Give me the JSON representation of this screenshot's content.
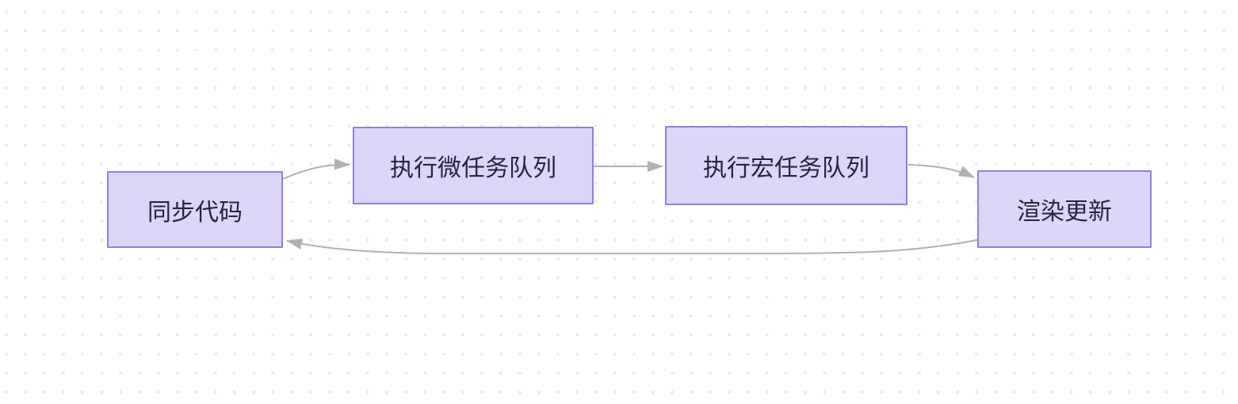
{
  "diagram": {
    "type": "flowchart",
    "nodes": [
      {
        "id": "sync-code",
        "label": "同步代码"
      },
      {
        "id": "micro-task-queue",
        "label": "执行微任务队列"
      },
      {
        "id": "macro-task-queue",
        "label": "执行宏任务队列"
      },
      {
        "id": "render-update",
        "label": "渲染更新"
      }
    ],
    "edges": [
      {
        "from": "sync-code",
        "to": "micro-task-queue"
      },
      {
        "from": "micro-task-queue",
        "to": "macro-task-queue"
      },
      {
        "from": "macro-task-queue",
        "to": "render-update"
      },
      {
        "from": "render-update",
        "to": "sync-code"
      }
    ],
    "colors": {
      "background": "#ffffff",
      "grid_dot": "#ececec",
      "node_fill": "#dcd6f8",
      "node_border": "#8a82e8",
      "node_text": "#242447",
      "arrow": "#b1b0b7"
    }
  }
}
